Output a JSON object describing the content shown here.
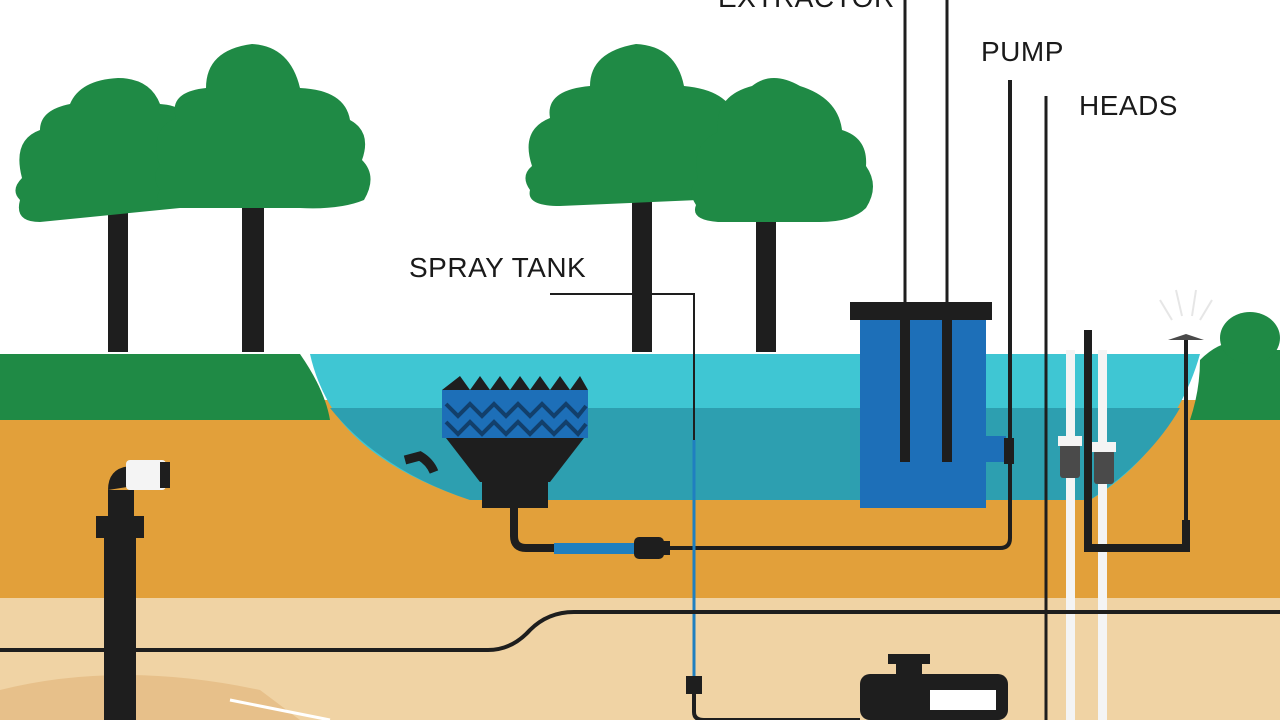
{
  "diagram": {
    "labels": {
      "top_cut": "EXTRACTOR",
      "pump": "PUMP",
      "heads": "HEADS",
      "spray_tank": "SPRAY TANK"
    }
  },
  "colors": {
    "sky": "#ffffff",
    "grass": "#1f8a45",
    "tree_canopy": "#1f8a45",
    "tree_trunk": "#1e1e1e",
    "water_surface": "#3fc6d3",
    "water_deep": "#2d9fb0",
    "soil_orange": "#e2a03a",
    "soil_sand": "#f0d3a4",
    "soil_sand_dark": "#e7c08a",
    "tank_blue": "#1d6fb8",
    "pipe_dark": "#1e1e1e",
    "pipe_white": "#f4f4f4",
    "pipe_blue": "#1f7fc0"
  }
}
